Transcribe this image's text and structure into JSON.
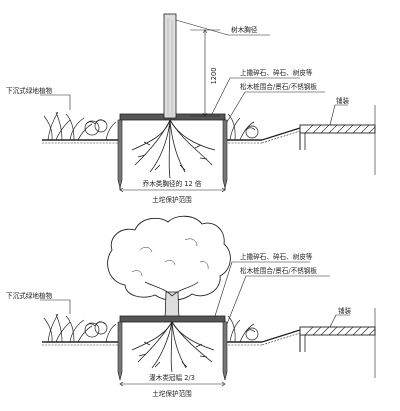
{
  "top_section": {
    "labels": {
      "trunk_protection": "树木胸径",
      "surface_cover": "上撒碎石、碎石、树皮等",
      "edging": "松木桩围合/景石/不锈钢板",
      "paving": "铺装",
      "planting": "下沉式绿地植物",
      "height_dim": "1200",
      "width_note": "乔木类胸径的 12 倍",
      "protection_range": "土坨保护范围"
    }
  },
  "bottom_section": {
    "labels": {
      "surface_cover": "上撒碎石、碎石、树皮等",
      "edging": "松木桩围合/景石/不锈钢板",
      "paving": "铺装",
      "planting": "下沉式绿地植物",
      "width_note": "灌木类冠幅 2/3",
      "protection_range": "土坨保护范围"
    }
  }
}
